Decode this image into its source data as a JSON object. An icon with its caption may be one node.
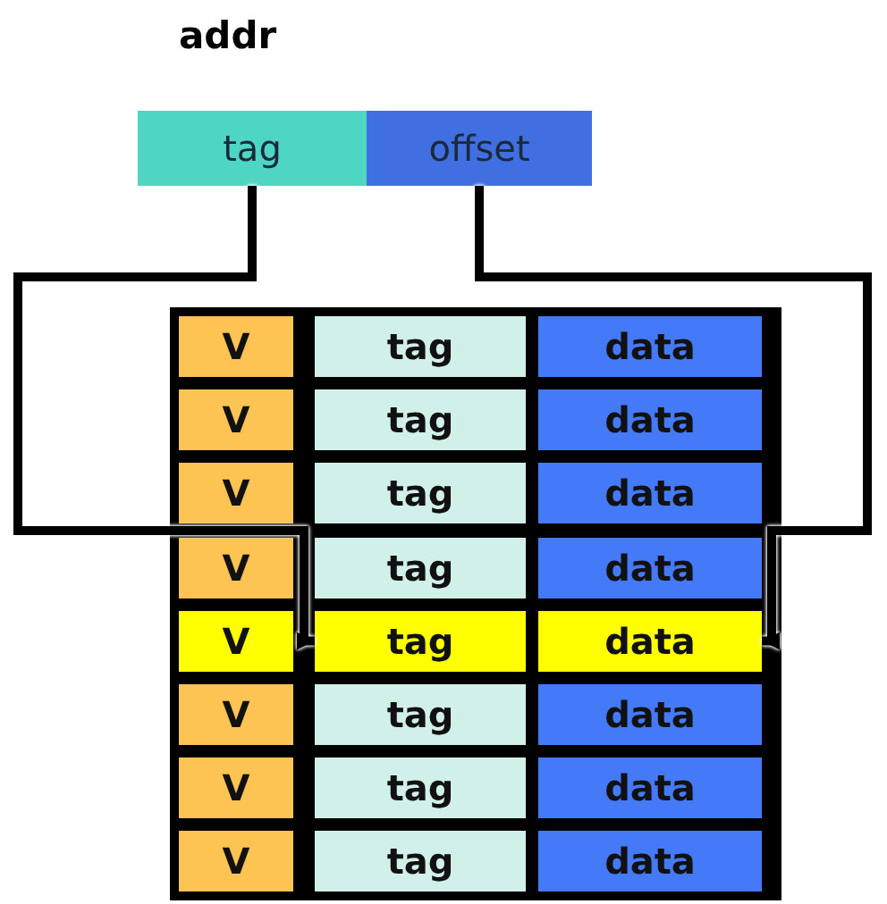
{
  "diagram": {
    "title": "addr",
    "nodes": [
      {
        "text": [
          "tag"
        ]
      },
      {
        "text": [
          "offset"
        ]
      },
      {
        "text": [
          "V"
        ]
      },
      {
        "text": [
          "tag"
        ]
      },
      {
        "text": [
          "data"
        ]
      },
      {
        "text": [
          "V"
        ]
      },
      {
        "text": [
          "tag"
        ]
      },
      {
        "text": [
          "data"
        ]
      },
      {
        "text": [
          "V"
        ]
      },
      {
        "text": [
          "tag"
        ]
      },
      {
        "text": [
          "data"
        ]
      },
      {
        "text": [
          "V"
        ]
      },
      {
        "text": [
          "tag"
        ]
      },
      {
        "text": [
          "data"
        ]
      },
      {
        "text": [
          "V"
        ]
      },
      {
        "text": [
          "tag"
        ]
      },
      {
        "text": [
          "data"
        ]
      },
      {
        "text": [
          "V"
        ]
      },
      {
        "text": [
          "tag"
        ]
      },
      {
        "text": [
          "data"
        ]
      },
      {
        "text": [
          "V"
        ]
      },
      {
        "text": [
          "tag"
        ]
      },
      {
        "text": [
          "data"
        ]
      },
      {
        "text": [
          "V"
        ]
      },
      {
        "text": [
          "tag"
        ]
      },
      {
        "text": [
          "data"
        ]
      }
    ],
    "edges": [
      {
        "from": 0,
        "to": 15,
        "arrow": "to"
      },
      {
        "from": 1,
        "to": 16,
        "arrow": "to"
      }
    ]
  }
}
